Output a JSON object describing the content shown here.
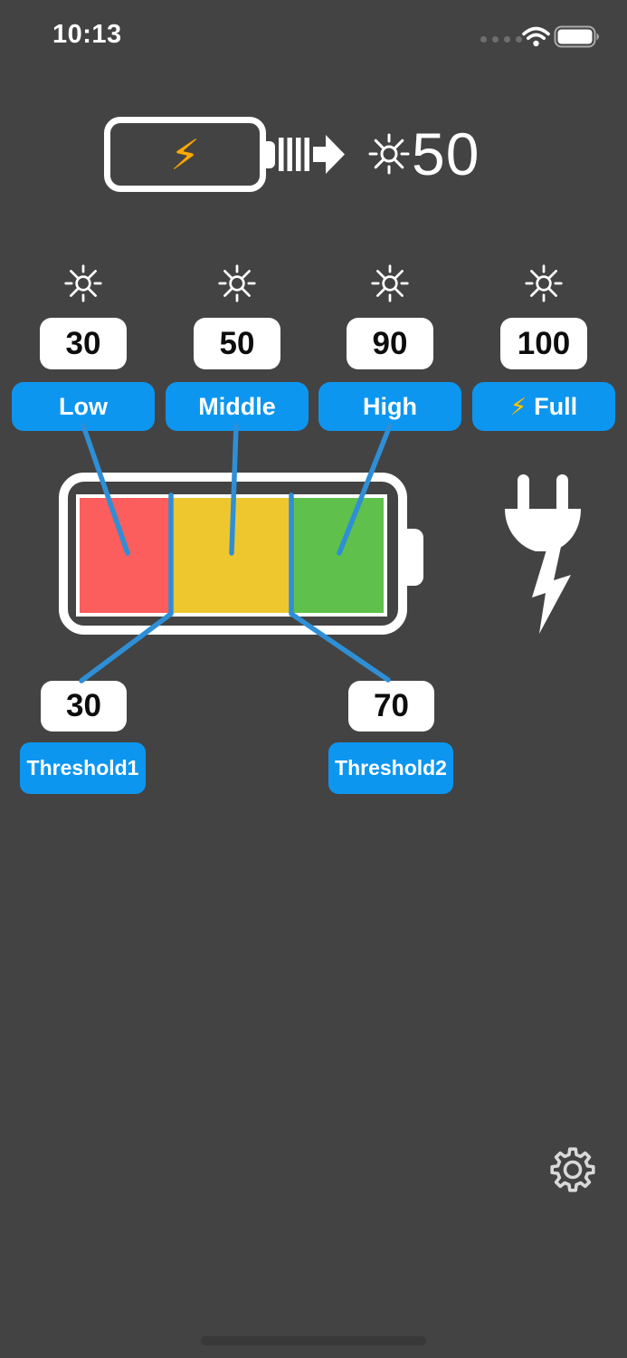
{
  "status_bar": {
    "time": "10:13",
    "cellular_dots": 4,
    "wifi_icon": "wifi",
    "battery_icon": "battery-full"
  },
  "header": {
    "battery_icon": "charging-battery",
    "bolt_icon": "⚡",
    "arrow_icon": "dashed-right-arrow",
    "brightness_icon": "sun",
    "brightness_value": "50"
  },
  "presets": [
    {
      "value": "30",
      "label": "Low"
    },
    {
      "value": "50",
      "label": "Middle"
    },
    {
      "value": "90",
      "label": "High"
    },
    {
      "value": "100",
      "label": "Full",
      "bolt_icon": "⚡"
    }
  ],
  "battery_gauge": {
    "segments": [
      {
        "name": "low",
        "color": "#FC5D5D",
        "percent": 30
      },
      {
        "name": "middle",
        "color": "#EEC72F",
        "percent": 40
      },
      {
        "name": "high",
        "color": "#5FC14B",
        "percent": 30
      }
    ]
  },
  "thresholds": [
    {
      "value": "30",
      "label": "Threshold1"
    },
    {
      "value": "70",
      "label": "Threshold2"
    }
  ],
  "colors": {
    "background": "#434343",
    "accent_blue": "#0D96F0",
    "line_blue": "#2E8FD6",
    "segment_red": "#FC5D5D",
    "segment_yellow": "#EEC72F",
    "segment_green": "#5FC14B",
    "bolt_yellow": "#FFAA00"
  }
}
